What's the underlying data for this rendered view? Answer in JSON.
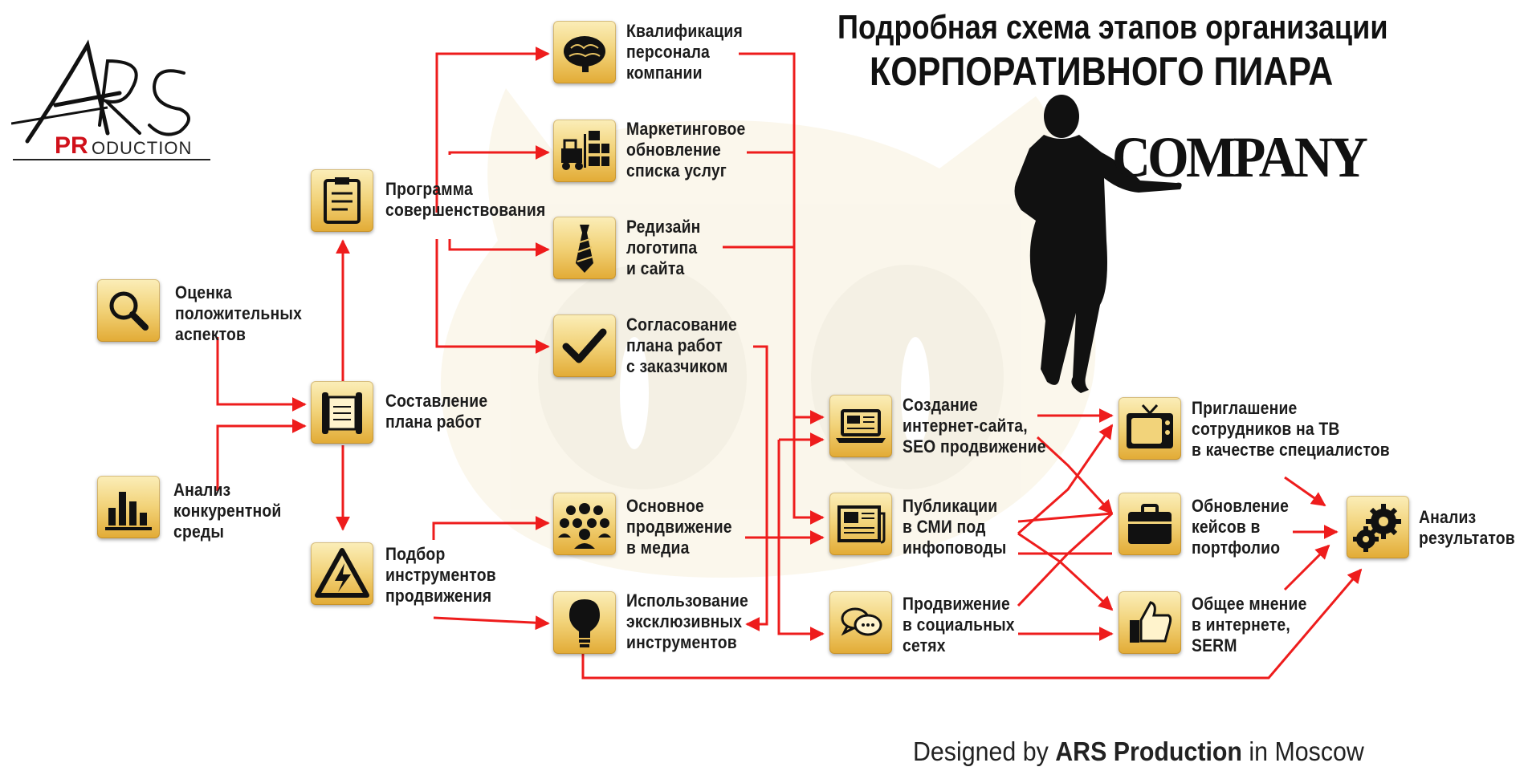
{
  "title": {
    "line1": "Подробная схема этапов организации",
    "line2": "КОРПОРАТИВНОГО ПИАРА"
  },
  "company_label": "COMPANY",
  "logo": {
    "letters": "ARS",
    "pr": "PR",
    "oduction": "ODUCTION"
  },
  "footer": {
    "prefix": "Designed by ",
    "brand": "ARS Production",
    "suffix": " in Moscow"
  },
  "colors": {
    "arrow": "#ee1c1c",
    "icon_gold": "#f2d37a",
    "text": "#1c1c1c"
  },
  "nodes": {
    "otsenka": {
      "label": "Оценка\nположительных\nаспектов",
      "icon": "magnifier-icon"
    },
    "analiz_sredy": {
      "label": "Анализ\nконкурентной\nсреды",
      "icon": "bar-chart-icon"
    },
    "sostavlenie": {
      "label": "Составление\nплана работ",
      "icon": "scroll-icon"
    },
    "programma": {
      "label": "Программа\nсовершенствования",
      "icon": "clipboard-icon"
    },
    "podbor": {
      "label": "Подбор\nинструментов\nпродвижения",
      "icon": "warning-lightning-icon"
    },
    "kvalifikatsiya": {
      "label": "Квалификация\nперсонала\nкомпании",
      "icon": "brain-icon"
    },
    "marketing": {
      "label": "Маркетинговое\nобновление\nсписка услуг",
      "icon": "forklift-icon"
    },
    "redizain": {
      "label": "Редизайн\nлоготипа\nи сайта",
      "icon": "tie-icon"
    },
    "soglasovanie": {
      "label": "Согласование\nплана работ\nс заказчиком",
      "icon": "checkmark-icon"
    },
    "osnovnoe": {
      "label": "Основное\nпродвижение\nв медиа",
      "icon": "crowd-icon"
    },
    "ispolzovanie": {
      "label": "Использование\nэксклюзивных\nинструментов",
      "icon": "lightbulb-icon"
    },
    "sozdanie": {
      "label": "Создание\nинтернет-сайта,\nSEO продвижение",
      "icon": "laptop-icon"
    },
    "publikatsii": {
      "label": "Публикации\nв СМИ под\nинфоповоды",
      "icon": "newspaper-icon"
    },
    "prodvizhenie": {
      "label": "Продвижение\nв социальных\nсетях",
      "icon": "chat-bubbles-icon"
    },
    "priglashenie": {
      "label": "Приглашение\nсотрудников на ТВ\nв качестве специалистов",
      "icon": "tv-icon"
    },
    "obnovlenie": {
      "label": "Обновление\nкейсов в\nпортфолио",
      "icon": "briefcase-icon"
    },
    "obshchee": {
      "label": "Общее мнение\nв интернете,\nSERM",
      "icon": "thumbs-up-icon"
    },
    "analiz_rez": {
      "label": "Анализ\nрезультатов",
      "icon": "gears-icon"
    }
  }
}
